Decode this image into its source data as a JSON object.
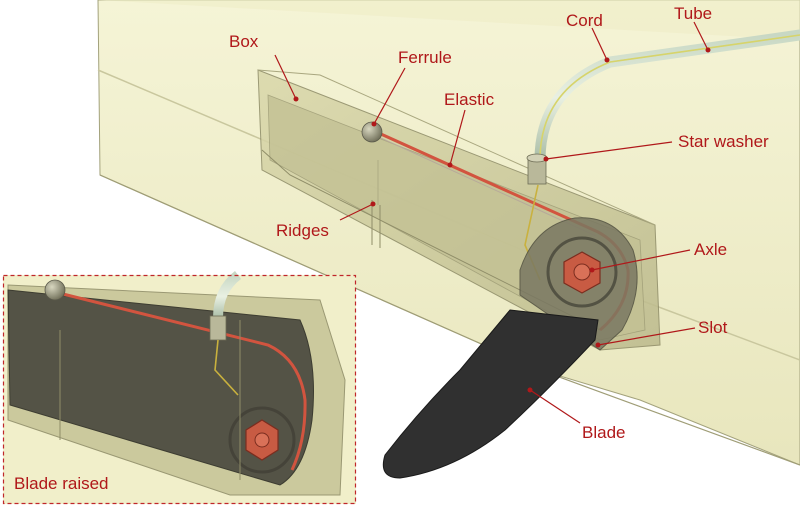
{
  "labels": {
    "box": "Box",
    "ferrule": "Ferrule",
    "elastic": "Elastic",
    "cord": "Cord",
    "tube": "Tube",
    "star_washer": "Star washer",
    "ridges": "Ridges",
    "axle": "Axle",
    "slot": "Slot",
    "blade": "Blade",
    "inset_caption": "Blade raised"
  },
  "colors": {
    "label_text": "#b0181a",
    "leader_line": "#b0181a",
    "hull_fill": "#f2f1c9",
    "hull_edge": "#a3a27c",
    "box_fill": "#cfcd9c",
    "box_dark": "#8c8a65",
    "elastic": "#d2543f",
    "axle_hub": "#c85b43",
    "blade": "#303030",
    "cord": "#9fb8a8",
    "inset_border": "#c0262a"
  }
}
